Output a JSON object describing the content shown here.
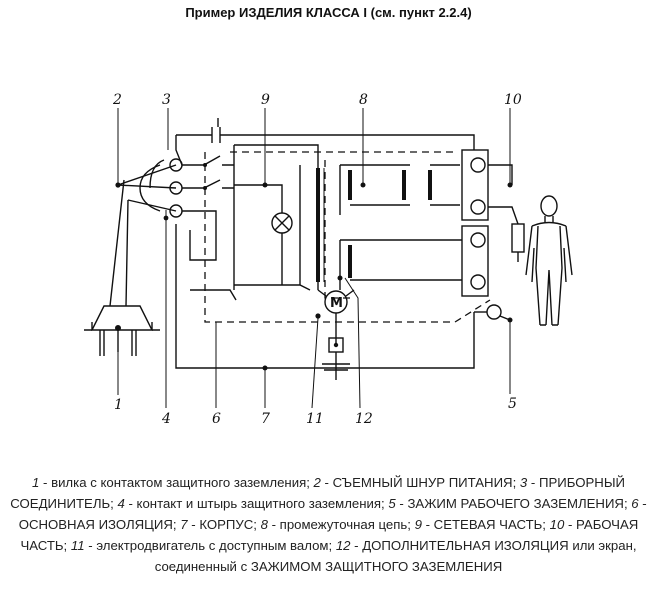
{
  "title": "Пример ИЗДЕЛИЯ КЛАССА I (см. пункт 2.2.4)",
  "callouts": {
    "c1": "1",
    "c2": "2",
    "c3": "3",
    "c4": "4",
    "c5": "5",
    "c6": "6",
    "c7": "7",
    "c8": "8",
    "c9": "9",
    "c10": "10",
    "c11": "11",
    "c12": "12"
  },
  "motor_label": "M",
  "legend": [
    {
      "num": "1",
      "text": " - вилка с контактом защитного заземления; "
    },
    {
      "num": "2",
      "text": " - СЪЕМНЫЙ ШНУР ПИТАНИЯ; "
    },
    {
      "num": "3",
      "text": " - ПРИБОРНЫЙ СОЕДИНИТЕЛЬ; "
    },
    {
      "num": "4",
      "text": " - контакт и штырь защитного заземления; "
    },
    {
      "num": "5",
      "text": " - ЗАЖИМ РАБОЧЕГО ЗАЗЕМЛЕНИЯ; "
    },
    {
      "num": "6",
      "text": " - ОСНОВНАЯ ИЗОЛЯЦИЯ; "
    },
    {
      "num": "7",
      "text": " - КОРПУС; "
    },
    {
      "num": "8",
      "text": " - промежуточная цепь; "
    },
    {
      "num": "9",
      "text": " - СЕТЕВАЯ ЧАСТЬ; "
    },
    {
      "num": "10",
      "text": " - РАБОЧАЯ ЧАСТЬ; "
    },
    {
      "num": "11",
      "text": " - электродвигатель с доступным валом; "
    },
    {
      "num": "12",
      "text": " - ДОПОЛНИТЕЛЬНАЯ ИЗОЛЯЦИЯ или экран, соединенный с ЗАЖИМОМ ЗАЩИТНОГО ЗАЗЕМЛЕНИЯ"
    }
  ]
}
